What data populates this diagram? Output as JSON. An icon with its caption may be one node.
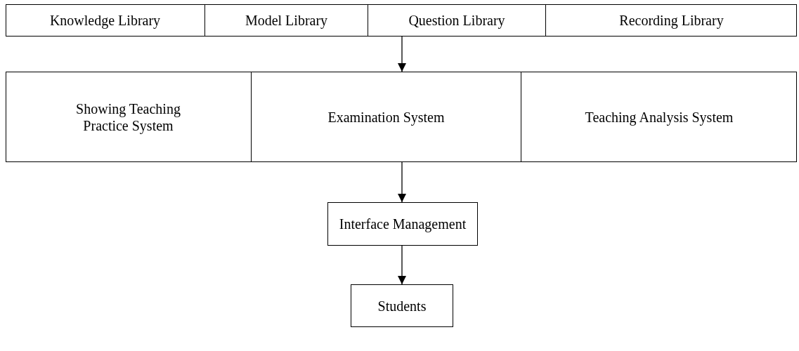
{
  "diagram": {
    "nodes": [
      {
        "text": [],
        "shape": "box"
      },
      {
        "text": [
          "Knowledge Library"
        ],
        "in": 0
      },
      {
        "text": [
          "Model Library"
        ],
        "in": 0
      },
      {
        "text": [
          "Question Library"
        ],
        "in": 0
      },
      {
        "text": [
          "Recording Library"
        ],
        "in": 0
      },
      {
        "text": [],
        "shape": "box"
      },
      {
        "text": [
          "Showing Teaching Practice System"
        ],
        "in": 5
      },
      {
        "text": [
          "Examination System"
        ],
        "in": 5
      },
      {
        "text": [
          "Teaching Analysis System"
        ],
        "in": 5
      },
      {
        "text": [
          "Interface Management"
        ]
      },
      {
        "text": [
          "Students"
        ]
      }
    ],
    "edges": [
      {
        "from": 0,
        "to": 5,
        "arrow": "to"
      },
      {
        "from": 5,
        "to": 9,
        "arrow": "to"
      },
      {
        "from": 9,
        "to": 10,
        "arrow": "to"
      }
    ]
  }
}
